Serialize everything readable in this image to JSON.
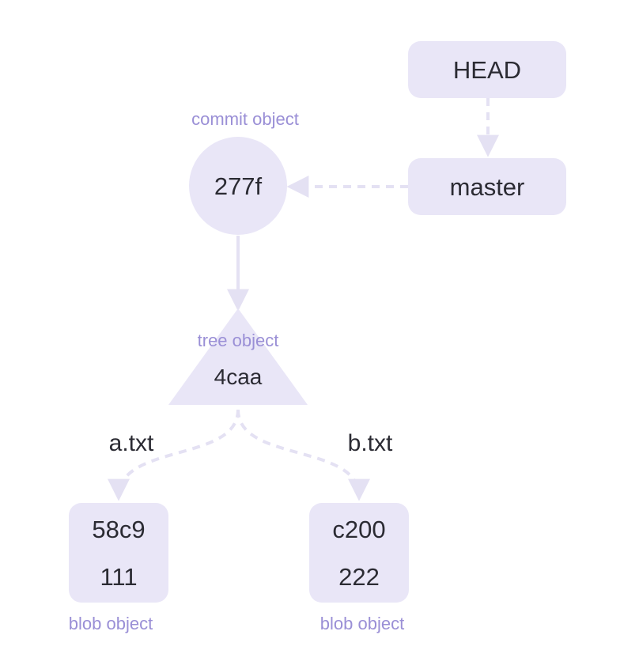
{
  "colors": {
    "node_fill": "#e9e6f7",
    "edge": "#e4e1f3",
    "label": "#9a8fd6",
    "text": "#2b2b33"
  },
  "nodes": {
    "head": {
      "text": "HEAD"
    },
    "master": {
      "text": "master"
    },
    "commit": {
      "text": "277f",
      "caption": "commit object"
    },
    "tree": {
      "text": "4caa",
      "caption": "tree object"
    },
    "blob_a": {
      "hash": "58c9",
      "content": "111",
      "caption": "blob object"
    },
    "blob_b": {
      "hash": "c200",
      "content": "222",
      "caption": "blob object"
    }
  },
  "edges": {
    "a_label": "a.txt",
    "b_label": "b.txt"
  }
}
